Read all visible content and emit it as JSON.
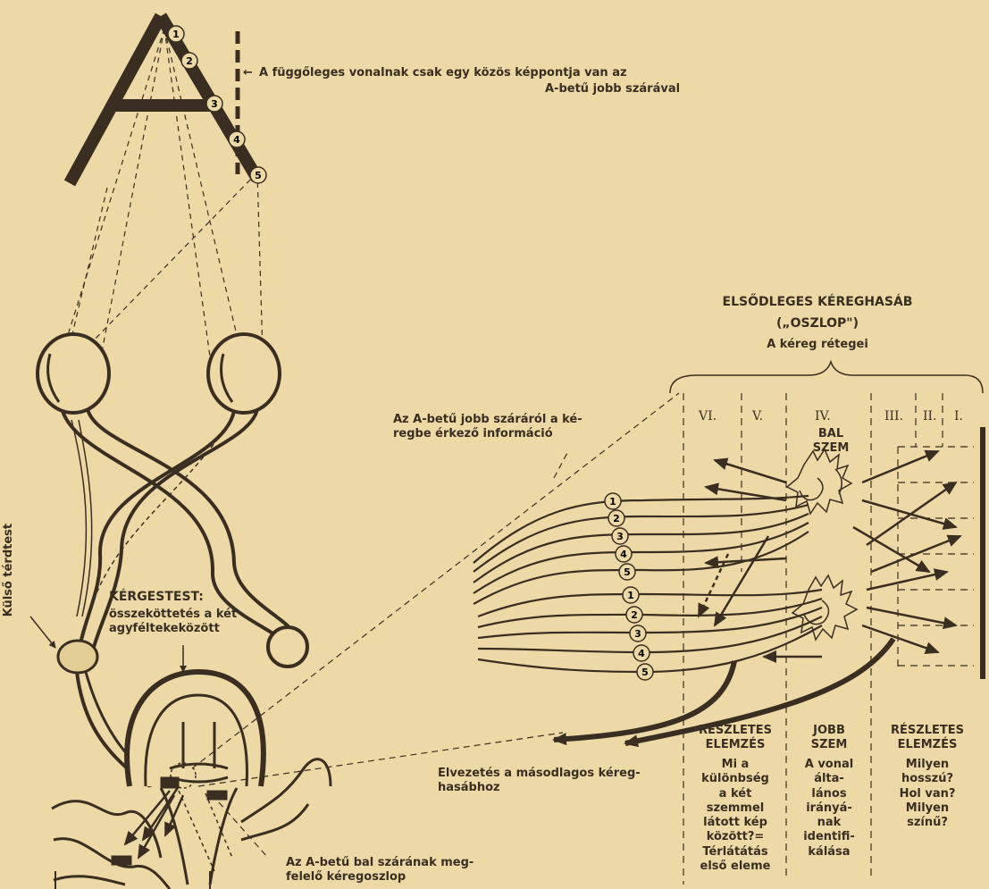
{
  "labels": {
    "vertical_line_note": "A függőleges vonalnak csak egy közös képpontja van az",
    "vertical_line_note_2": "A-betű jobb szárával",
    "arrow_mark": "←",
    "column_title_1": "ELSŐDLEGES KÉREGHASÁB",
    "column_title_2": "(„OSZLOP\")",
    "column_title_3": "A kéreg rétegei",
    "right_stem_info": "Az A-betű jobb száráról a ké-\nregbe érkező információ",
    "left_eye_label": "BAL\nSZEM",
    "right_eye_label": "JOBB\nSZEM",
    "corpus_title": "KÉRGESTEST:",
    "corpus_desc": "összeköttetés a két\nagyféltekeközött",
    "lgn_label": "Külső térdtest",
    "secondary_cortex": "Elvezetés a másodlagos kéreg-\nhasábhoz",
    "left_stem_column": "Az A-betű bal szárának meg-\nfelelő kéregoszlop",
    "detail_left_title": "RÉSZLETES\nELEMZÉS",
    "detail_left_text": "Mi a\nkülönbség\na két\nszemmel\nlátott kép\nközött?=\nTérlátátás\nelső eleme",
    "right_eye_text": "A vonal\nálta-\nlános\nirányá-\nnak\nidentifi-\nkálása",
    "detail_right_title": "RÉSZLETES\nELEMZÉS",
    "detail_right_text": "Milyen\nhosszú?\nHol van?\nMilyen\nszínű?"
  },
  "layers": [
    "VI.",
    "V.",
    "IV.",
    "III.",
    "II.",
    "I."
  ],
  "point_numbers": [
    "1",
    "2",
    "3",
    "4",
    "5"
  ],
  "colors": {
    "ink": "#3a2e22",
    "paper": "#ecd9a6",
    "paper_dark": "#e2cd95"
  }
}
